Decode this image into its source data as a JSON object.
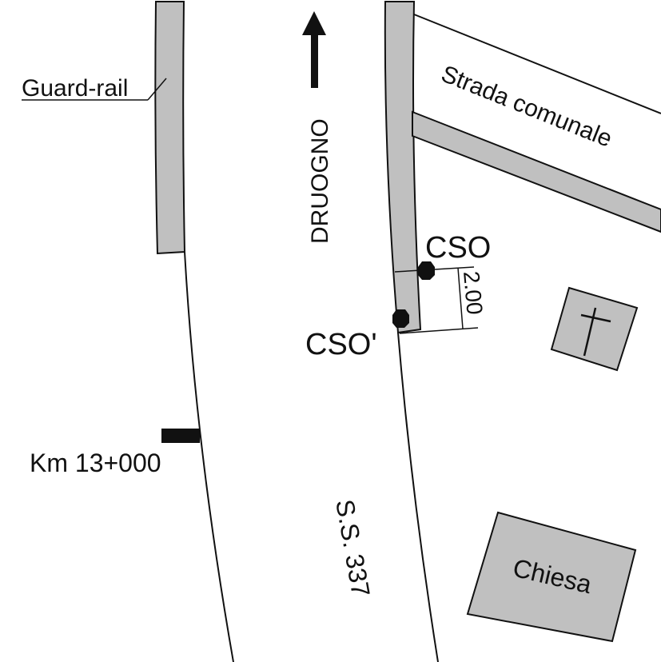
{
  "labels": {
    "guard_rail": "Guard-rail",
    "direction": "DRUOGNO",
    "side_road": "Strada comunale",
    "point_cso": "CSO",
    "point_cso_prime": "CSO'",
    "distance": "2.00",
    "kilometer_marker": "Km 13+000",
    "main_road": "S.S. 337",
    "church": "Chiesa"
  },
  "icons": {
    "north_arrow": "arrow-up-icon",
    "cemetery": "cross-icon"
  },
  "colors": {
    "fill_gray": "#c0c0c0",
    "stroke": "#111111",
    "background": "#ffffff"
  }
}
